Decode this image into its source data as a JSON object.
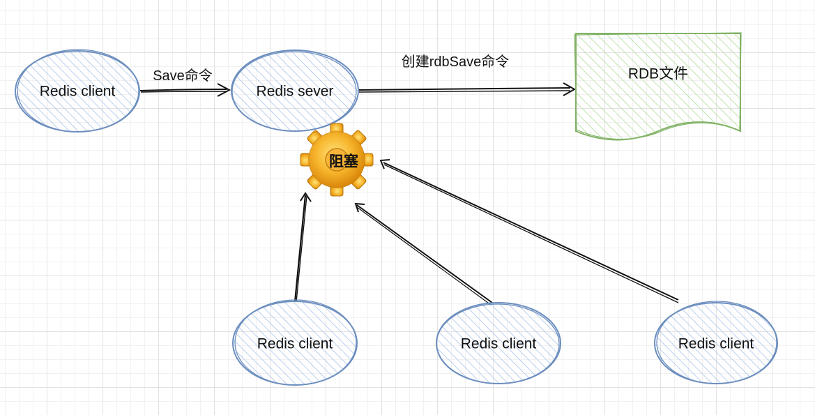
{
  "colors": {
    "node_stroke": "#6c8ebf",
    "node_hatch": "#a9c4eb",
    "doc_stroke": "#82b366",
    "doc_hatch": "#b9e0a5",
    "arrow": "#111111",
    "gear": "#f0a30a"
  },
  "nodes": {
    "client_main": {
      "label": "Redis client"
    },
    "server": {
      "label": "Redis sever"
    },
    "rdb_file": {
      "label": "RDB文件"
    },
    "client_1": {
      "label": "Redis client"
    },
    "client_2": {
      "label": "Redis client"
    },
    "client_3": {
      "label": "Redis client"
    }
  },
  "edges": {
    "save": {
      "label": "Save命令",
      "from": "client_main",
      "to": "server"
    },
    "rdbsave": {
      "label": "创建rdbSave命令",
      "from": "server",
      "to": "rdb_file"
    },
    "block_1": {
      "from": "client_1",
      "to": "gear"
    },
    "block_2": {
      "from": "client_2",
      "to": "gear"
    },
    "block_3": {
      "from": "client_3",
      "to": "gear"
    }
  },
  "gear": {
    "label": "阻塞",
    "icon": "gear-icon"
  }
}
